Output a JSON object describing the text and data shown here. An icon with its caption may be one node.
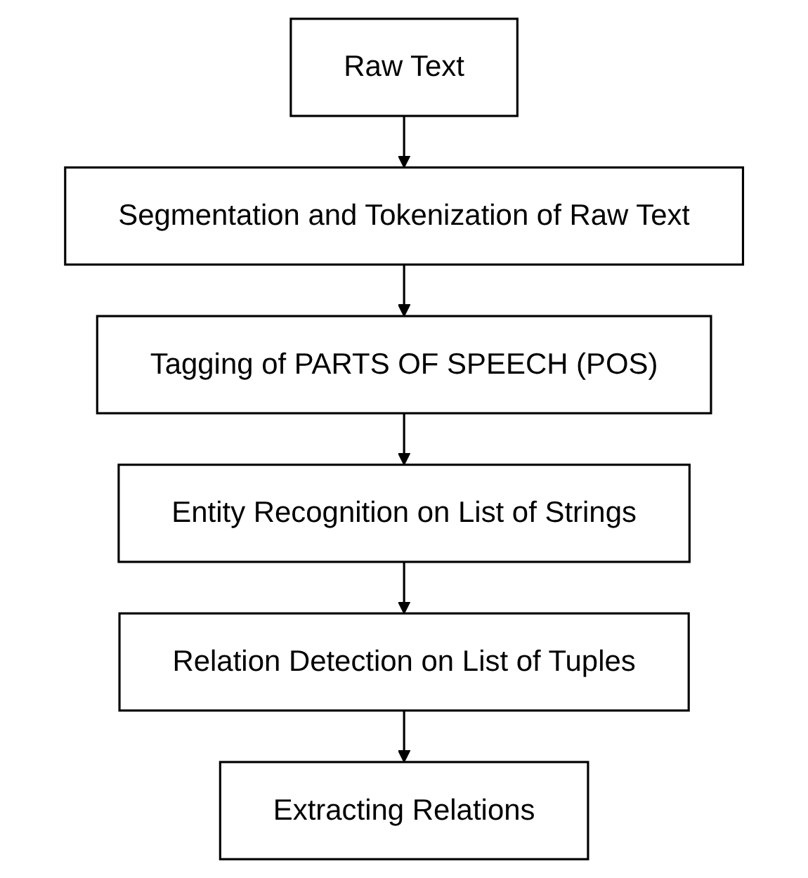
{
  "diagram": {
    "nodes": [
      {
        "text": [
          "Raw Text"
        ]
      },
      {
        "text": [
          "Segmentation and Tokenization of Raw Text"
        ]
      },
      {
        "text": [
          "Tagging of PARTS OF SPEECH (POS)"
        ]
      },
      {
        "text": [
          "Entity Recognition on List of Strings"
        ]
      },
      {
        "text": [
          "Relation Detection on List of Tuples"
        ]
      },
      {
        "text": [
          "Extracting Relations"
        ]
      }
    ],
    "edges": [
      {
        "from": 0,
        "to": 1,
        "arrow": "to"
      },
      {
        "from": 1,
        "to": 2,
        "arrow": "to"
      },
      {
        "from": 2,
        "to": 3,
        "arrow": "to"
      },
      {
        "from": 3,
        "to": 4,
        "arrow": "to"
      },
      {
        "from": 4,
        "to": 5,
        "arrow": "to"
      }
    ]
  }
}
